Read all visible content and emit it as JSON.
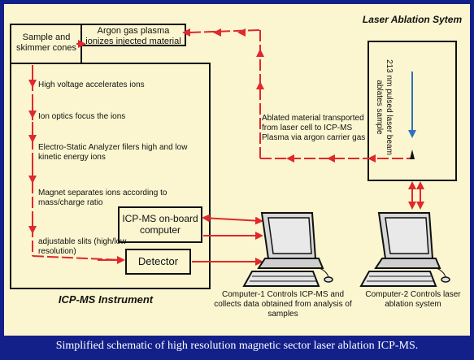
{
  "diagram": {
    "sample_cones": "Sample and skimmer cones",
    "plasma": "Argon gas plasma ionizes injected material",
    "laser_title": "Laser Ablation Sytem",
    "laser_beam": "213 nm pulsed laser beam ablates sample",
    "transport": "Ablated material transported from laser cell to ICP-MS Plasma via argon carrier gas",
    "step1": "High voltage accelerates ions",
    "step2": "Ion optics focus the ions",
    "step3": "Electro-Static Analyzer filers high and low kinetic energy ions",
    "step4": "Magnet separates ions according to mass/charge ratio",
    "step5": "adjustable slits (high/low resolution)",
    "onboard": "ICP-MS on-board computer",
    "detector": "Detector",
    "instrument_title": "ICP-MS Instrument",
    "computer1": "Computer-1 Controls ICP-MS and collects data obtained from analysis of samples",
    "computer2": "Computer-2 Controls laser ablation system"
  },
  "caption": "Simplified schematic of high resolution magnetic sector laser ablation ICP-MS.",
  "colors": {
    "arrow": "#e0282d",
    "background": "#13208a",
    "panel": "#fbf6cf",
    "beam": "#2f6fc2"
  }
}
